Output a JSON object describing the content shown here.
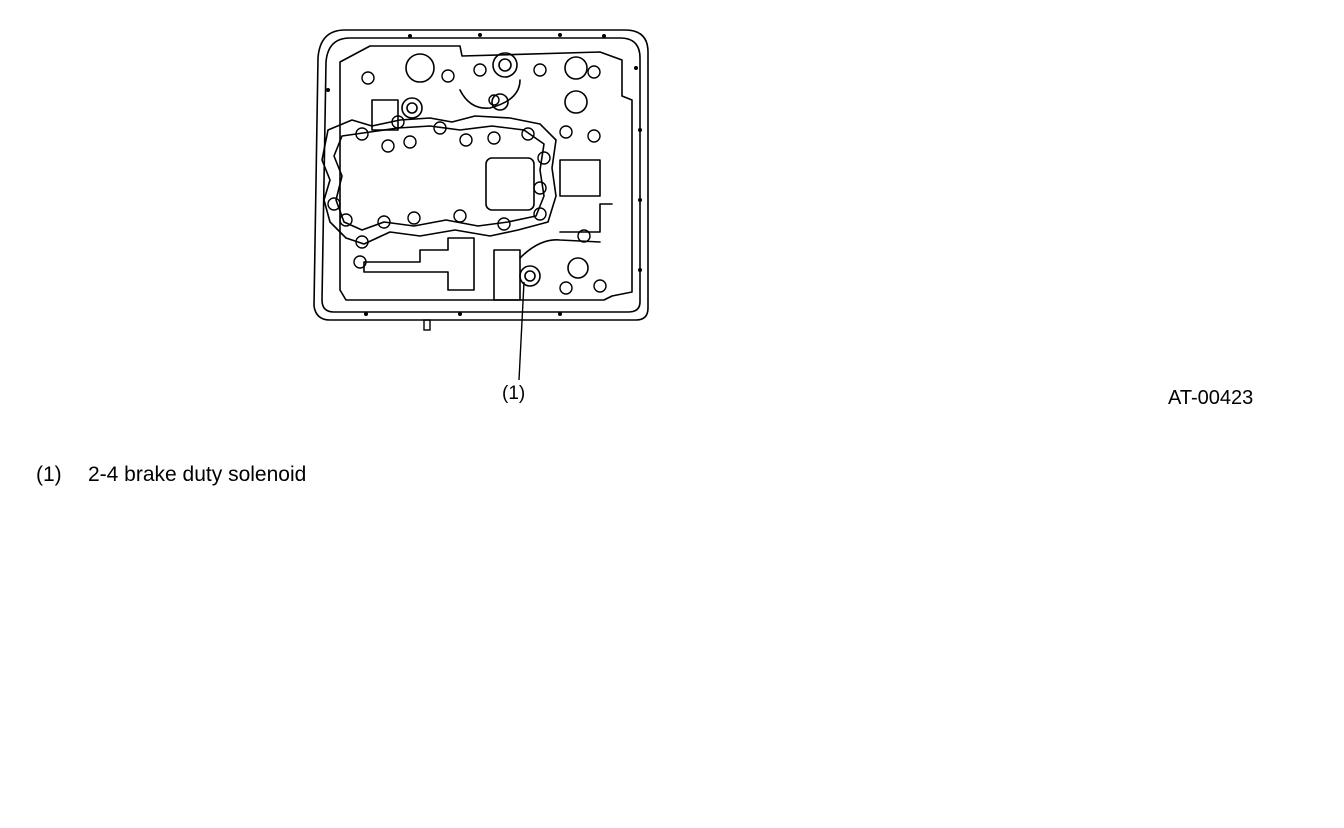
{
  "diagram": {
    "callout_label": "(1)",
    "figure_id": "AT-00423",
    "icon": "valve-body-illustration"
  },
  "legend": {
    "items": [
      {
        "key": "(1)",
        "text": "2-4 brake duty solenoid"
      }
    ]
  }
}
